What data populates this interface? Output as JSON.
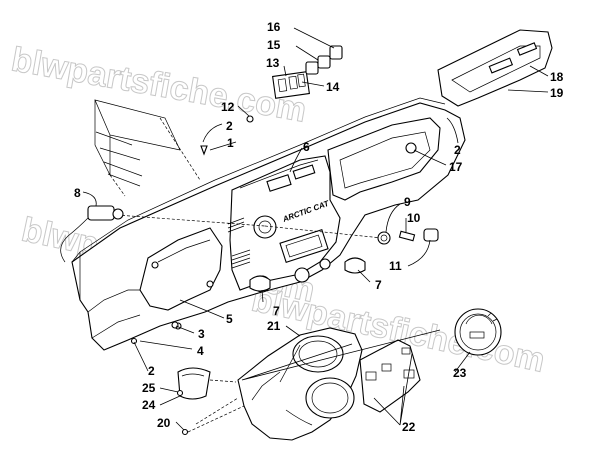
{
  "diagram": {
    "brand_label": "ARCTIC CAT",
    "watermarks": [
      "blwpartsfiche.com",
      "blwpartsfiche.com",
      "blwpartsfiche.com"
    ],
    "callouts": {
      "c1": "1",
      "c2a": "2",
      "c2b": "2",
      "c2c": "2",
      "c3": "3",
      "c4": "4",
      "c5": "5",
      "c6": "6",
      "c7a": "7",
      "c7b": "7",
      "c8": "8",
      "c9": "9",
      "c10": "10",
      "c11": "11",
      "c12": "12",
      "c13": "13",
      "c14": "14",
      "c15": "15",
      "c16": "16",
      "c17": "17",
      "c18": "18",
      "c19": "19",
      "c20": "20",
      "c21": "21",
      "c22": "22",
      "c23": "23",
      "c24": "24",
      "c25": "25"
    }
  }
}
